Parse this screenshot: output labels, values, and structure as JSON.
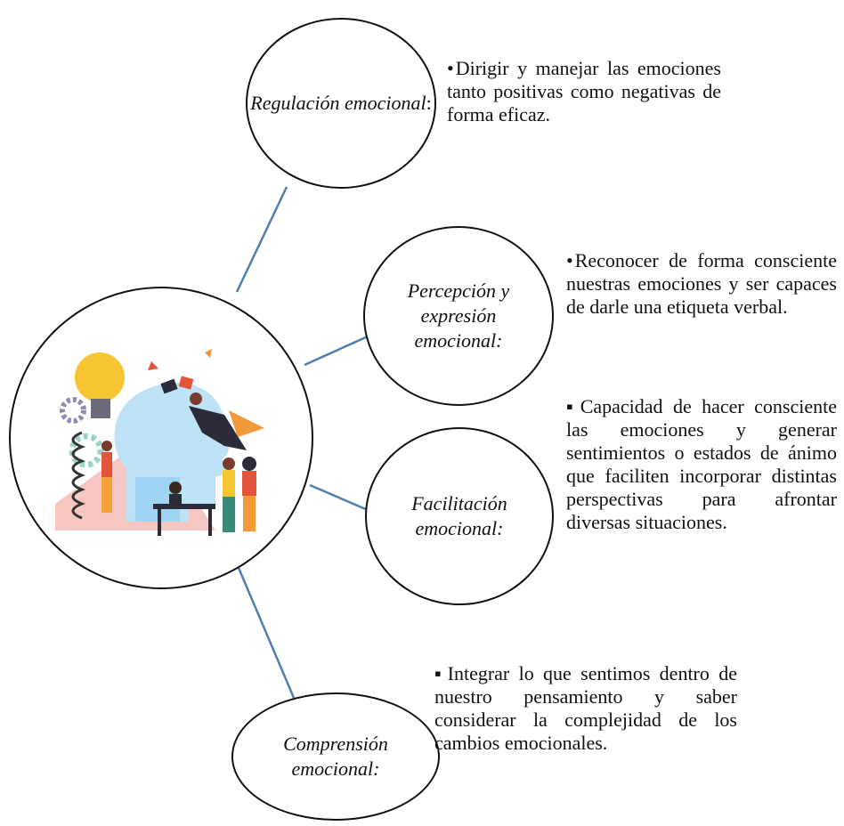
{
  "nodes": {
    "regulacion": {
      "label_main": "Regulación emocional",
      "label_suffix": ":",
      "bullet": "•",
      "text": "Dirigir y manejar las emociones tanto positivas como negativas de forma eficaz."
    },
    "percepcion": {
      "label_main": "Percepción y expresión emocional:",
      "label_suffix": "",
      "bullet": "•",
      "text": "Reconocer de forma consciente nuestras emociones y ser capaces de darle una etiqueta verbal."
    },
    "facilitacion": {
      "label_main": "Facilitación emocional:",
      "label_suffix": "",
      "bullet": "▪",
      "text": "Capacidad de hacer consciente las emociones y generar sentimientos o estados de ánimo que faciliten incorporar distintas perspectivas para afrontar diversas situaciones."
    },
    "comprension": {
      "label_main": "Comprensión emocional:",
      "label_suffix": "",
      "bullet": "▪",
      "text": "Integrar lo que sentimos dentro de nuestro pensamiento y saber considerar la complejidad de los cambios emocionales."
    }
  },
  "colors": {
    "connector": "#4f7fae",
    "circle_border": "#111111"
  }
}
